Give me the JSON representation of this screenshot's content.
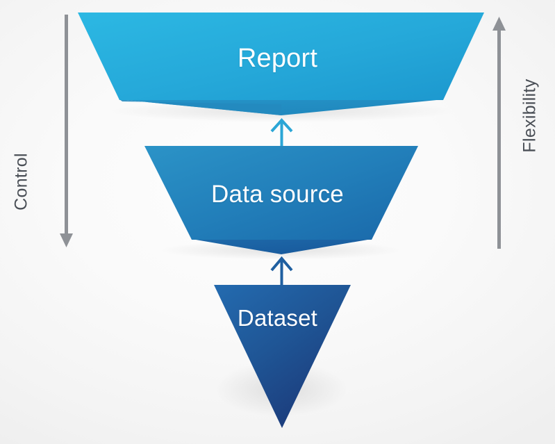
{
  "diagram": {
    "type": "inverted-funnel",
    "title": "",
    "background_color": "#fafafa",
    "stages": [
      {
        "id": "report",
        "label": "Report",
        "shape": "trapezoid",
        "level": 1,
        "fill_from": "#2AB4E0",
        "fill_to": "#1E9AD0",
        "shadow_color": "#2389BF",
        "width_top": 585,
        "width_bottom": 455
      },
      {
        "id": "data-source",
        "label": "Data source",
        "shape": "trapezoid",
        "level": 2,
        "fill_from": "#2A8FC4",
        "fill_to": "#1C6BAC",
        "shadow_color": "#1B5E9B",
        "width_top": 394,
        "width_bottom": 260
      },
      {
        "id": "dataset",
        "label": "Dataset",
        "shape": "triangle",
        "level": 3,
        "fill_from": "#2166AA",
        "fill_to": "#1B3A78",
        "shadow_color": "#16306A",
        "width_top": 197,
        "width_bottom": 0
      }
    ],
    "connectors": [
      {
        "id": "dataset-to-data-source",
        "from": "dataset",
        "to": "data-source",
        "direction": "up",
        "color": "#1F5FA0"
      },
      {
        "id": "data-source-to-report",
        "from": "data-source",
        "to": "report",
        "direction": "up",
        "color": "#2BA6D6"
      }
    ],
    "axes": [
      {
        "id": "control",
        "label": "Control",
        "side": "left",
        "direction": "down",
        "color": "#8e9196"
      },
      {
        "id": "flexibility",
        "label": "Flexibility",
        "side": "right",
        "direction": "up",
        "color": "#8e9196"
      }
    ]
  }
}
